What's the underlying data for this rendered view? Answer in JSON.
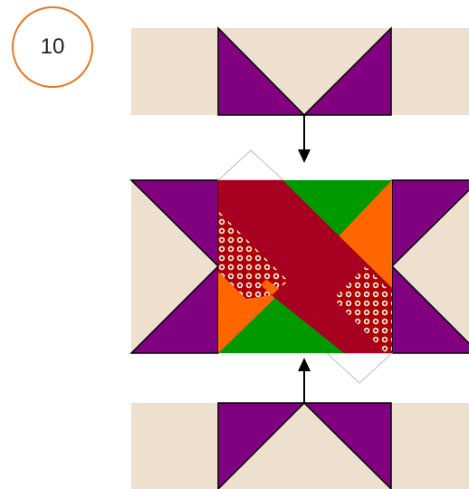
{
  "step": {
    "number": "10"
  },
  "colors": {
    "background": "#ffffff",
    "badge_border": "#e87722",
    "beige": "#eee0ce",
    "purple": "#800080",
    "red": "#a80020",
    "green": "#009900",
    "orange": "#ff6600",
    "dots_red": "#b00000",
    "dots_white": "#ffffff",
    "arrow": "#000000",
    "outline": "#000000"
  },
  "diagram": {
    "pieces": [
      "top-flying-geese-unit",
      "left-flying-geese-unit",
      "center-block",
      "right-flying-geese-unit",
      "bottom-flying-geese-unit"
    ],
    "arrows": [
      "down-arrow-top",
      "up-arrow-bottom"
    ]
  }
}
